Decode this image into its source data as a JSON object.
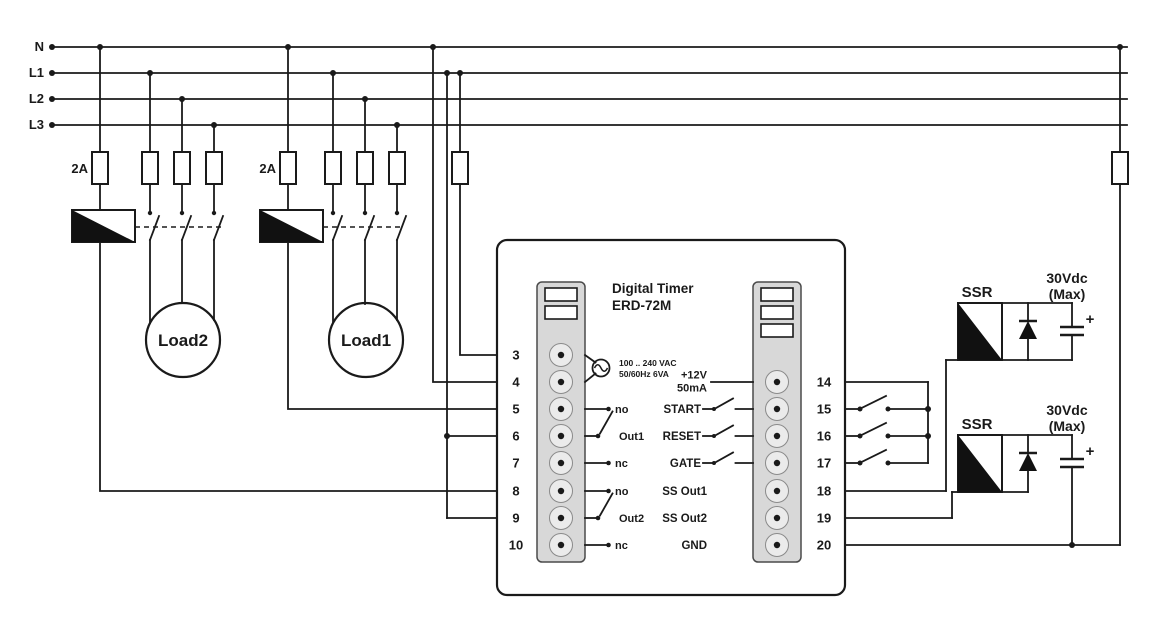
{
  "diagram": {
    "power_lines": [
      "N",
      "L1",
      "L2",
      "L3"
    ],
    "fuse_rating": "2A",
    "loads": [
      "Load2",
      "Load1"
    ],
    "device": {
      "title_line1": "Digital Timer",
      "title_line2": "ERD-72M",
      "supply_line1": "100 .. 240 VAC",
      "supply_line2": "50/60Hz 6VA",
      "left_terminals": [
        "3",
        "4",
        "5",
        "6",
        "7",
        "8",
        "9",
        "10"
      ],
      "right_terminals": [
        "14",
        "15",
        "16",
        "17",
        "18",
        "19",
        "20"
      ],
      "relay1": {
        "no_label": "no",
        "common_label": "Out1",
        "nc_label": "nc"
      },
      "relay2": {
        "no_label": "no",
        "common_label": "Out2",
        "nc_label": "nc"
      },
      "signals": {
        "supply_pos": "+12V",
        "supply_current": "50mA",
        "start": "START",
        "reset": "RESET",
        "gate": "GATE",
        "ss_out1": "SS Out1",
        "ss_out2": "SS Out2",
        "gnd": "GND"
      }
    },
    "ssr": {
      "label": "SSR",
      "voltage": "30Vdc",
      "voltage_max": "(Max)",
      "polarity": "+"
    }
  },
  "colors": {
    "wire": "#1a1a1a",
    "device_fill": "#ffffff",
    "strip_fill": "#d8d8d8",
    "terminal_fill": "#ebebeb",
    "symbol_fill": "#111111",
    "background": "#ffffff"
  }
}
